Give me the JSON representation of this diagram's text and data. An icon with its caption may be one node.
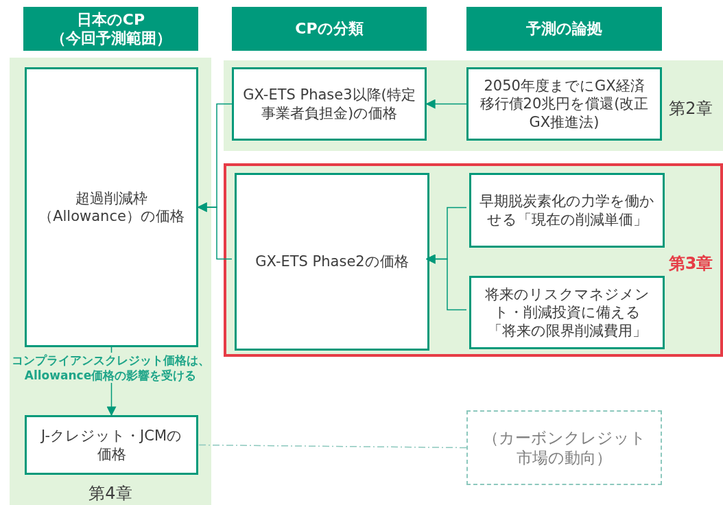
{
  "diagram": {
    "nodes": [
      {
        "text": [
          "日本のCP",
          "（今回予測範囲）"
        ]
      },
      {
        "text": [
          "CPの分類"
        ]
      },
      {
        "text": [
          "予測の論拠"
        ]
      },
      {
        "text": [
          "第4章"
        ]
      },
      {
        "text": [
          "超過削減枠（Allowance）の価格"
        ],
        "in": 3
      },
      {
        "text": [
          "J-クレジット・JCMの価格"
        ],
        "in": 3
      },
      {
        "text": [
          "第2章"
        ]
      },
      {
        "text": [
          "GX-ETS Phase3以降(特定事業者負担金)の価格"
        ],
        "in": 6
      },
      {
        "text": [
          "2050年度までにGX経済移行債20兆円を償還(改正GX推進法)"
        ],
        "in": 6
      },
      {
        "text": [
          "第3章"
        ]
      },
      {
        "text": [
          "GX-ETS Phase2の価格"
        ],
        "in": 9
      },
      {
        "text": [
          "早期脱炭素化の力学を働かせる「現在の削減単価」"
        ],
        "in": 9
      },
      {
        "text": [
          "将来のリスクマネジメント・削減投資に備える「将来の限界削減費用」"
        ],
        "in": 9
      },
      {
        "text": [
          "（カーボンクレジット市場の動向）"
        ]
      }
    ],
    "edges": [
      {
        "from": 8,
        "to": 7,
        "arrow": "to"
      },
      {
        "from": 7,
        "to": 4,
        "arrow": "to"
      },
      {
        "from": 10,
        "to": 4,
        "arrow": "to"
      },
      {
        "from": 11,
        "to": 10,
        "arrow": "to"
      },
      {
        "from": 12,
        "to": 10,
        "arrow": "to"
      },
      {
        "from": 4,
        "to": 5,
        "arrow": "to",
        "label": "コンプライアンスクレジット価格は、Allowance価格の影響を受ける"
      },
      {
        "from": 13,
        "to": 5,
        "arrow": "none",
        "style": "dashed",
        "color": "#8cc8bd"
      }
    ]
  }
}
